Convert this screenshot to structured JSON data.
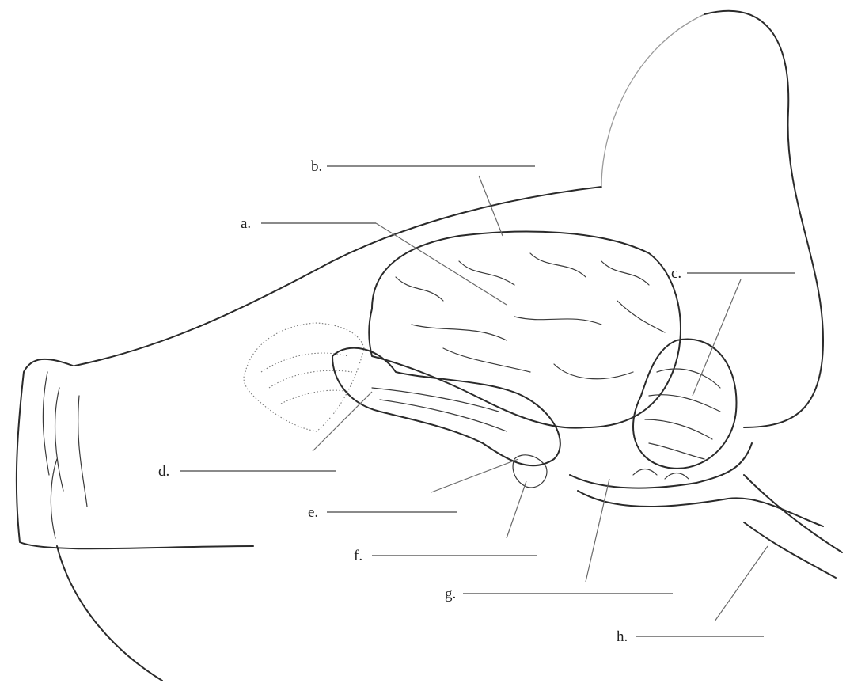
{
  "labels": [
    {
      "id": "a",
      "text": "a."
    },
    {
      "id": "b",
      "text": "b."
    },
    {
      "id": "c",
      "text": "c."
    },
    {
      "id": "d",
      "text": "d."
    },
    {
      "id": "e",
      "text": "e."
    },
    {
      "id": "f",
      "text": "f."
    },
    {
      "id": "g",
      "text": "g."
    },
    {
      "id": "h",
      "text": "h."
    }
  ]
}
